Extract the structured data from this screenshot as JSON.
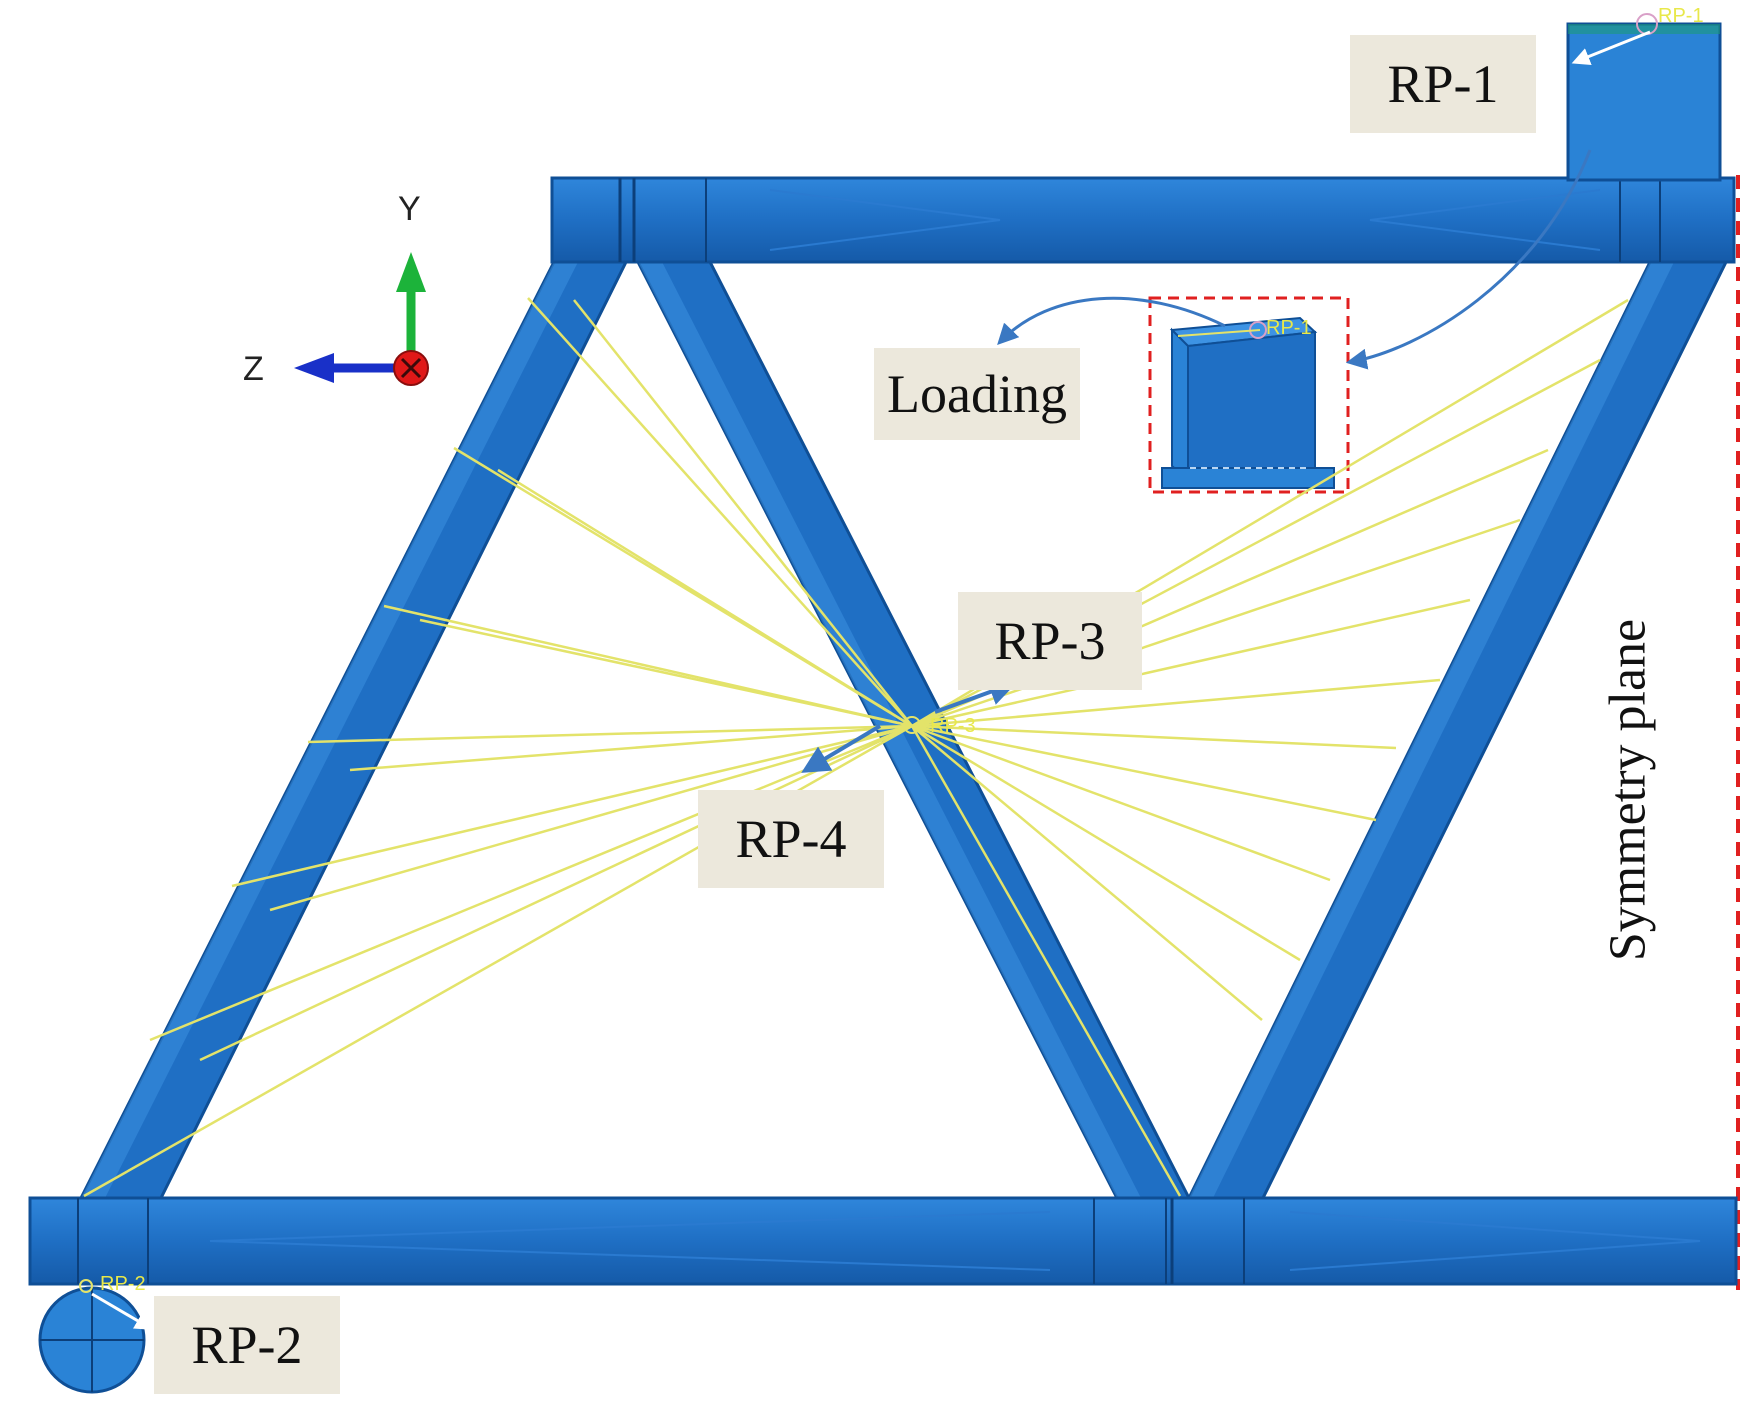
{
  "labels": {
    "rp1": "RP-1",
    "rp2": "RP-2",
    "rp3": "RP-3",
    "rp4": "RP-4",
    "loading": "Loading",
    "symmetry_plane": "Symmetry plane"
  },
  "axes": {
    "y": "Y",
    "z": "Z"
  },
  "model_tags": {
    "rp1": "RP-1",
    "rp2": "RP-2",
    "rp3": "RP-3"
  },
  "colors": {
    "member_blue": "#1f6fc4",
    "member_dark": "#0f4f96",
    "member_light": "#3b8fe0",
    "cable_yellow": "#e3e36a",
    "arrow_blue": "#3a78c2",
    "dashed_red": "#e02020",
    "label_bg": "#ece8dc",
    "axis_green": "#1cb33a",
    "axis_blue": "#1930c8",
    "axis_red": "#e01818"
  }
}
